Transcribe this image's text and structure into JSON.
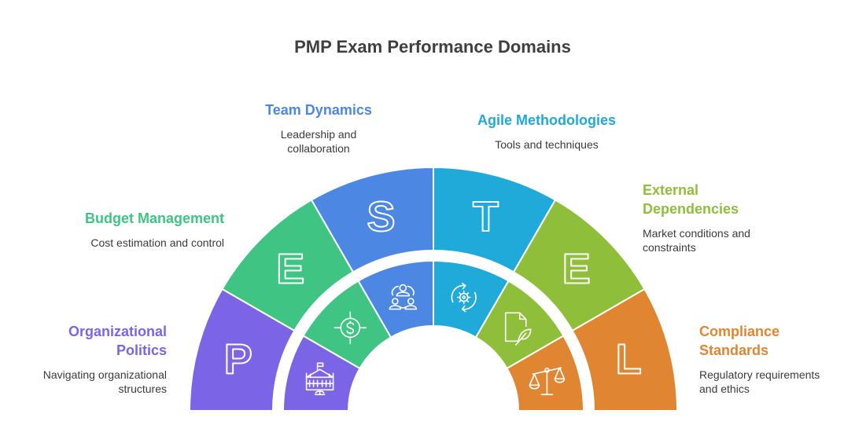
{
  "title": "PMP Exam Performance Domains",
  "segments": [
    {
      "letter": "P",
      "heading": "Organizational Politics",
      "heading_lines": [
        "Organizational",
        "Politics"
      ],
      "description_lines": [
        "Navigating organizational",
        "structures"
      ],
      "icon": "government-building-icon",
      "color": "#7B64E6"
    },
    {
      "letter": "E",
      "heading": "Budget Management",
      "heading_lines": [
        "Budget Management"
      ],
      "description_lines": [
        "Cost estimation and control"
      ],
      "icon": "dollar-target-icon",
      "color": "#40C483"
    },
    {
      "letter": "S",
      "heading": "Team Dynamics",
      "heading_lines": [
        "Team Dynamics"
      ],
      "description_lines": [
        "Leadership and",
        "collaboration"
      ],
      "icon": "team-collaboration-icon",
      "color": "#4C87E3"
    },
    {
      "letter": "T",
      "heading": "Agile Methodologies",
      "heading_lines": [
        "Agile Methodologies"
      ],
      "description_lines": [
        "Tools and techniques"
      ],
      "icon": "gear-cycle-icon",
      "color": "#1FAAD9"
    },
    {
      "letter": "E",
      "heading": "External Dependencies",
      "heading_lines": [
        "External",
        "Dependencies"
      ],
      "description_lines": [
        "Market conditions and",
        "constraints"
      ],
      "icon": "document-leaf-icon",
      "color": "#8FBF3A"
    },
    {
      "letter": "L",
      "heading": "Compliance Standards",
      "heading_lines": [
        "Compliance",
        "Standards"
      ],
      "description_lines": [
        "Regulatory requirements",
        "and ethics"
      ],
      "icon": "balance-scale-icon",
      "color": "#E08632"
    }
  ]
}
